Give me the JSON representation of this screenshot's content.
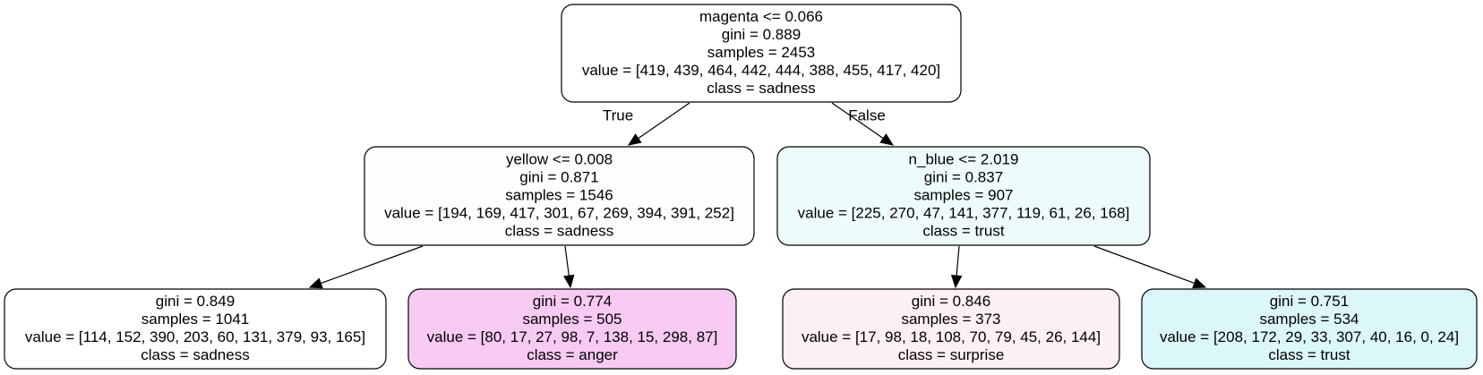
{
  "tree": {
    "nodes": [
      {
        "id": "root",
        "fill": "#ffffff",
        "lines": [
          "magenta <= 0.066",
          "gini = 0.889",
          "samples = 2453",
          "value = [419, 439, 464, 442, 444, 388, 455, 417, 420]",
          "class = sadness"
        ]
      },
      {
        "id": "left",
        "fill": "#fdfdfb",
        "lines": [
          "yellow <= 0.008",
          "gini = 0.871",
          "samples = 1546",
          "value = [194, 169, 417, 301, 67, 269, 394, 391, 252]",
          "class = sadness"
        ]
      },
      {
        "id": "right",
        "fill": "#eefbfc",
        "lines": [
          "n_blue <= 2.019",
          "gini = 0.837",
          "samples = 907",
          "value = [225, 270, 47, 141, 377, 119, 61, 26, 168]",
          "class = trust"
        ]
      },
      {
        "id": "leaf-1",
        "fill": "#ffffff",
        "lines": [
          "gini = 0.849",
          "samples = 1041",
          "value = [114, 152, 390, 203, 60, 131, 379, 93, 165]",
          "class = sadness"
        ]
      },
      {
        "id": "leaf-2",
        "fill": "#f7caf4",
        "lines": [
          "gini = 0.774",
          "samples = 505",
          "value = [80, 17, 27, 98, 7, 138, 15, 298, 87]",
          "class = anger"
        ]
      },
      {
        "id": "leaf-3",
        "fill": "#fdf0f3",
        "lines": [
          "gini = 0.846",
          "samples = 373",
          "value = [17, 98, 18, 108, 70, 79, 45, 26, 144]",
          "class = surprise"
        ]
      },
      {
        "id": "leaf-4",
        "fill": "#dcf7f9",
        "lines": [
          "gini = 0.751",
          "samples = 534",
          "value = [208, 172, 29, 33, 307, 40, 16, 0, 24]",
          "class = trust"
        ]
      }
    ],
    "edges": [
      {
        "from": "root",
        "to": "left",
        "label": "True"
      },
      {
        "from": "root",
        "to": "right",
        "label": "False"
      },
      {
        "from": "left",
        "to": "leaf-1",
        "label": ""
      },
      {
        "from": "left",
        "to": "leaf-2",
        "label": ""
      },
      {
        "from": "right",
        "to": "leaf-3",
        "label": ""
      },
      {
        "from": "right",
        "to": "leaf-4",
        "label": ""
      }
    ]
  }
}
